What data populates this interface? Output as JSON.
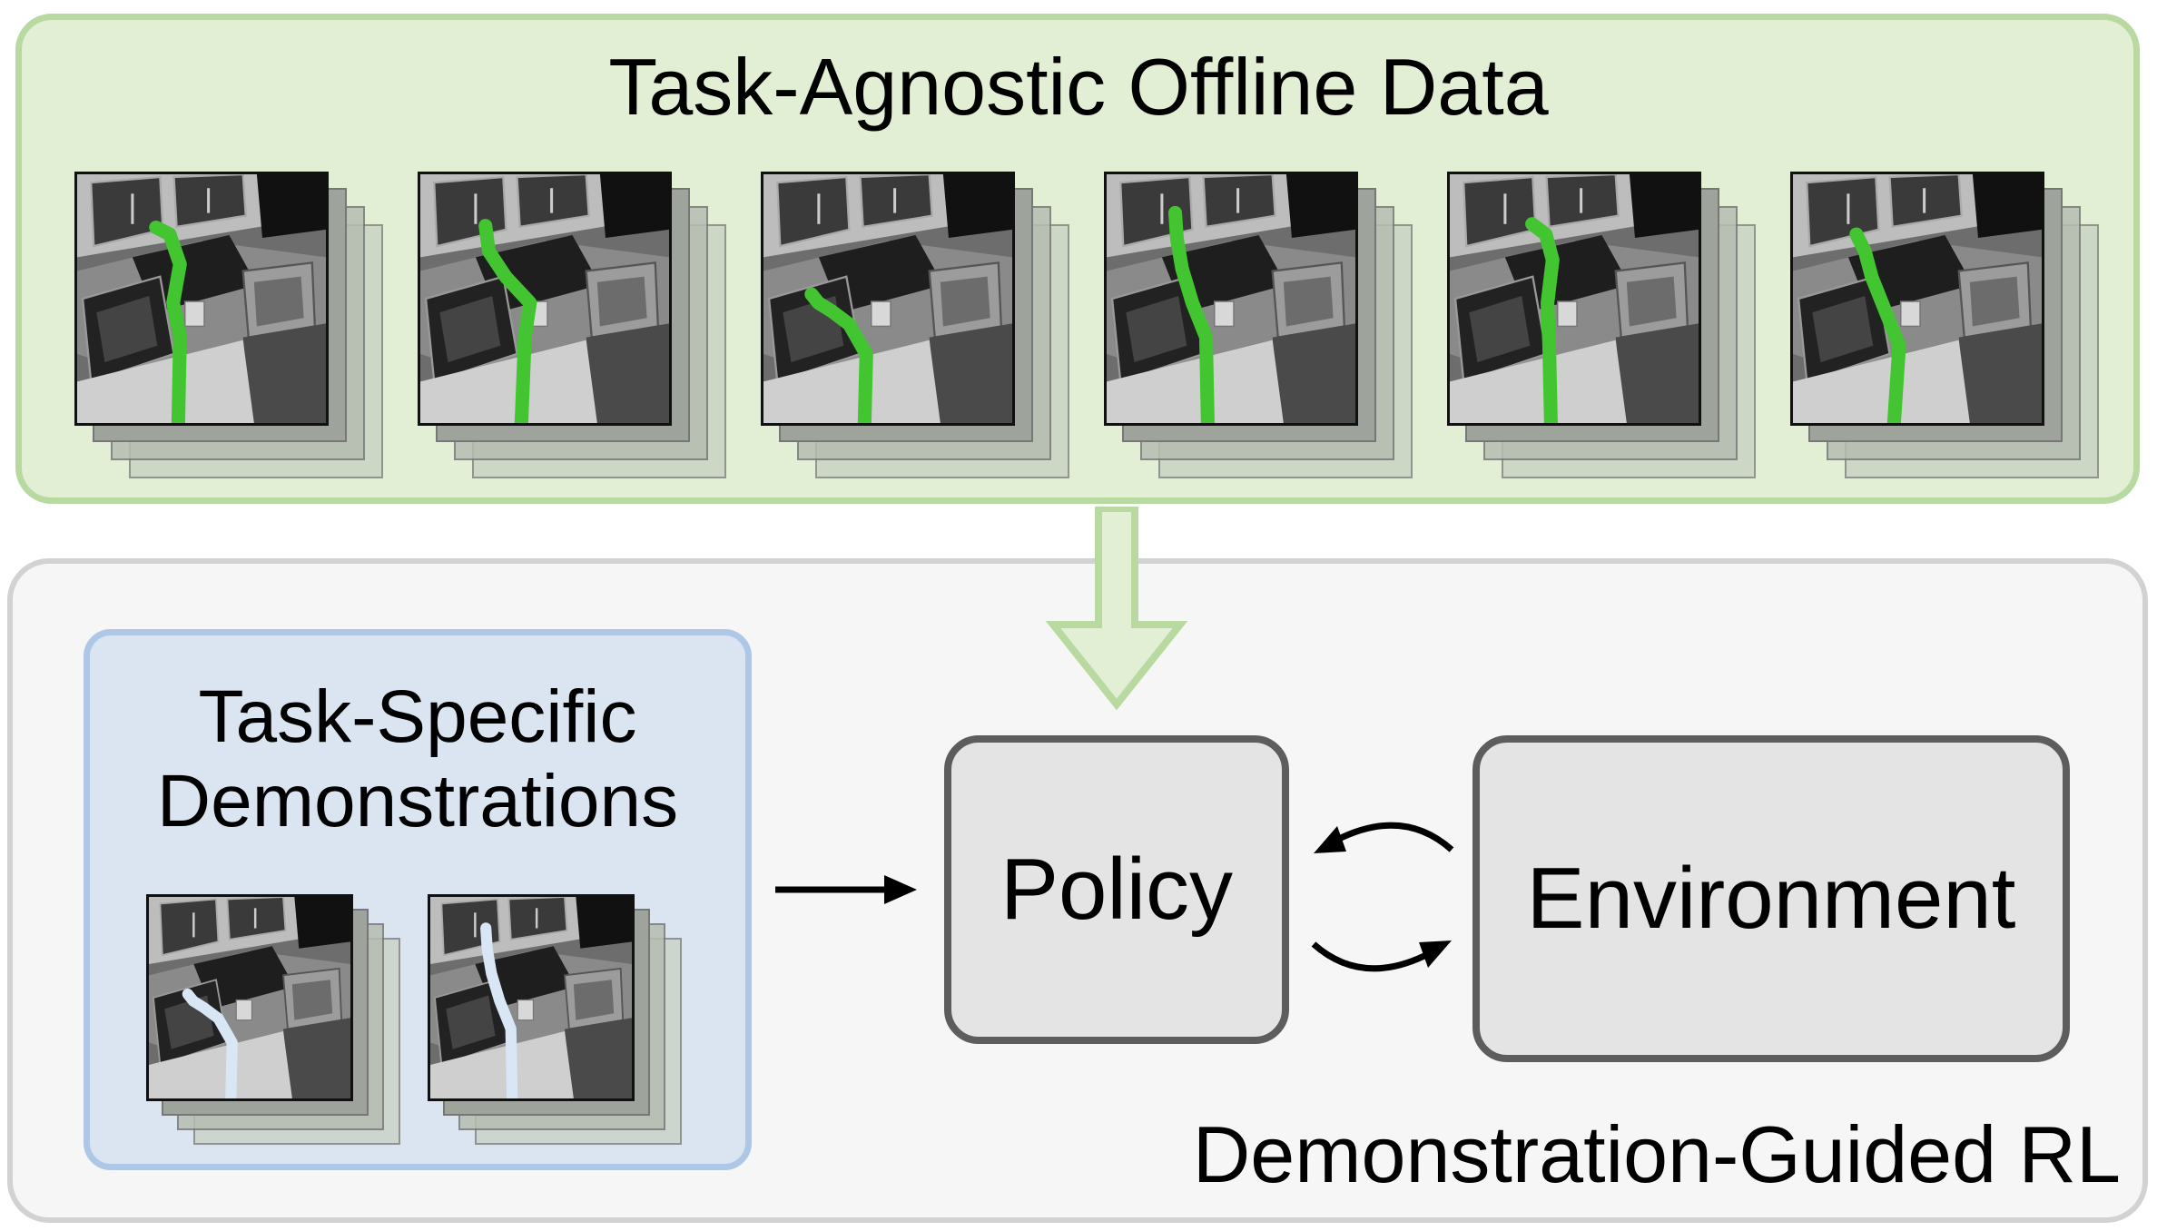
{
  "offline": {
    "title": "Task-Agnostic Offline Data",
    "frames": [
      {
        "robot": "green-robot-arm"
      },
      {
        "robot": "green-robot-arm"
      },
      {
        "robot": "green-robot-arm"
      },
      {
        "robot": "green-robot-arm"
      },
      {
        "robot": "green-robot-arm"
      },
      {
        "robot": "green-robot-arm"
      }
    ],
    "robot_color": "#43c431"
  },
  "demonstrations": {
    "title_line1": "Task-Specific",
    "title_line2": "Demonstrations",
    "frames": [
      {
        "robot": "white-robot-arm"
      },
      {
        "robot": "white-robot-arm"
      }
    ],
    "robot_color": "#d8e6f5"
  },
  "rl": {
    "title": "Demonstration-Guided RL",
    "policy_label": "Policy",
    "environment_label": "Environment"
  },
  "colors": {
    "offline_fill": "#e2efd4",
    "offline_border": "#b8d9a0",
    "demo_fill": "#dbe5f2",
    "demo_border": "#aec7e6",
    "rl_fill": "#f6f6f6",
    "node_fill": "#e4e4e4",
    "node_border": "#5d5d5d"
  }
}
